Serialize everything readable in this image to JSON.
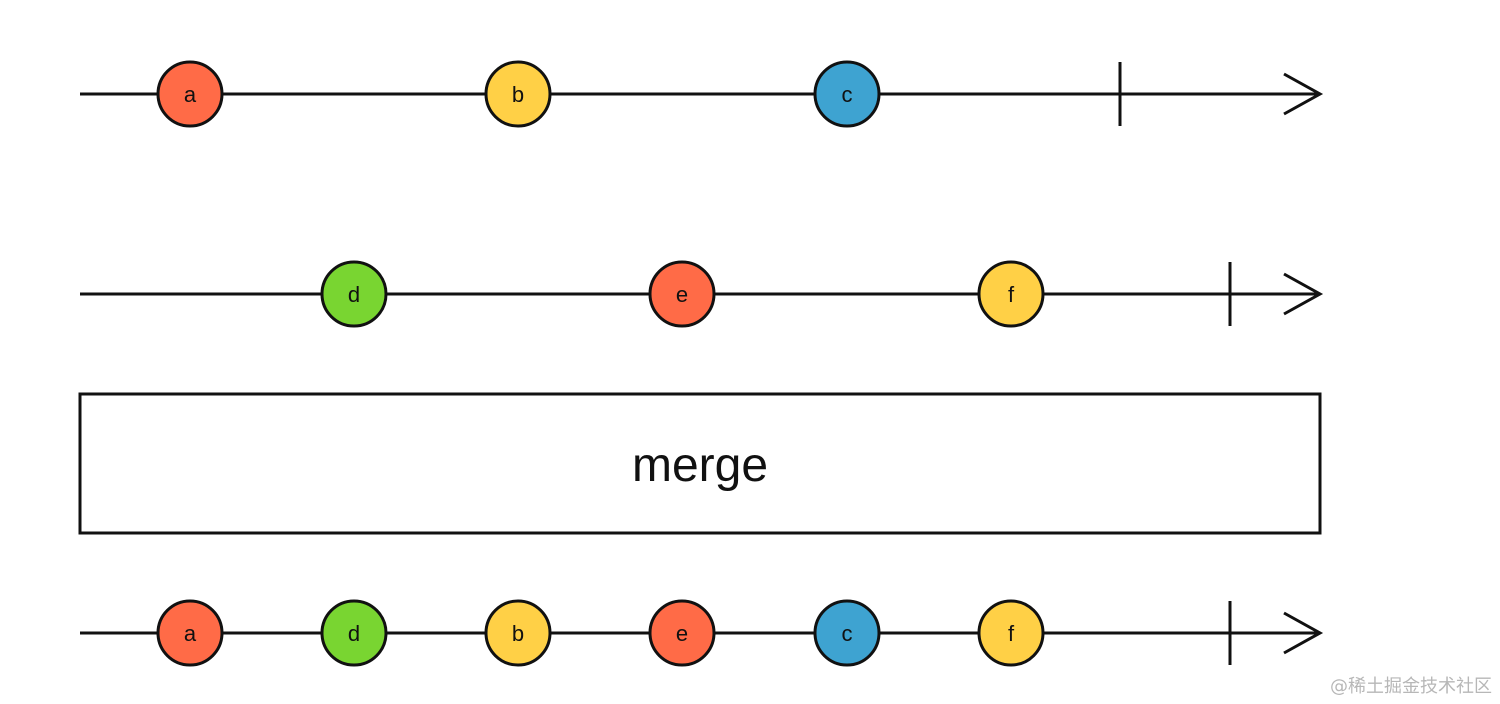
{
  "colors": {
    "line": "#111111",
    "red": "#ff6b47",
    "yellow": "#ffd046",
    "blue": "#3ea3d1",
    "green": "#79d531"
  },
  "streams": [
    {
      "id": "input-stream-1",
      "marbles": [
        {
          "label": "a",
          "color": "red"
        },
        {
          "label": "b",
          "color": "yellow"
        },
        {
          "label": "c",
          "color": "blue"
        }
      ]
    },
    {
      "id": "input-stream-2",
      "marbles": [
        {
          "label": "d",
          "color": "green"
        },
        {
          "label": "e",
          "color": "red"
        },
        {
          "label": "f",
          "color": "yellow"
        }
      ]
    },
    {
      "id": "output-stream",
      "marbles": [
        {
          "label": "a",
          "color": "red"
        },
        {
          "label": "d",
          "color": "green"
        },
        {
          "label": "b",
          "color": "yellow"
        },
        {
          "label": "e",
          "color": "red"
        },
        {
          "label": "c",
          "color": "blue"
        },
        {
          "label": "f",
          "color": "yellow"
        }
      ]
    }
  ],
  "operator": {
    "label": "merge"
  },
  "watermark": "@稀土掘金技术社区"
}
